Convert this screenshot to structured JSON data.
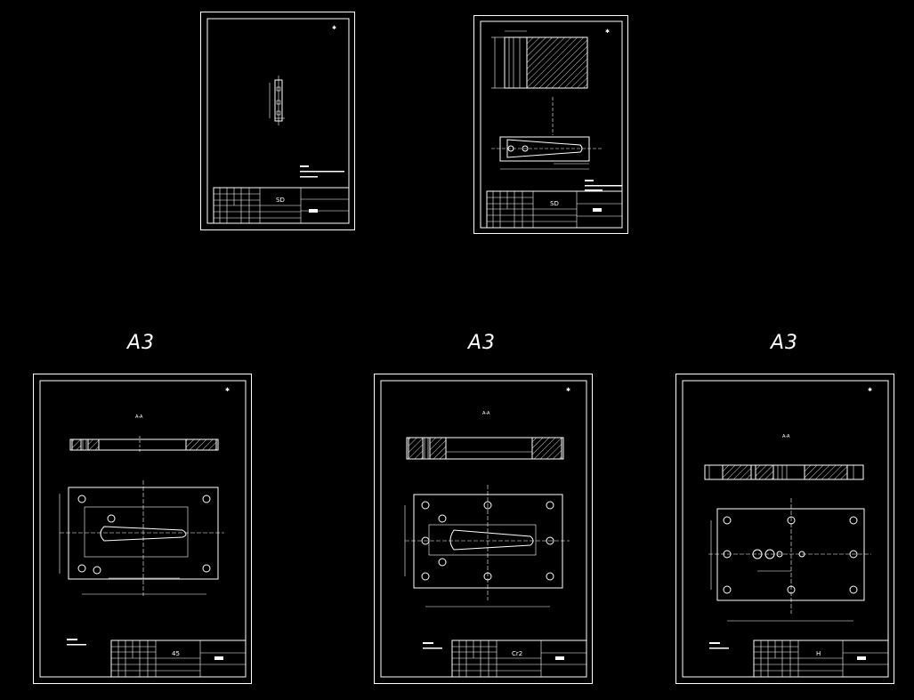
{
  "canvas": {
    "background": "#000000",
    "stroke": "#ffffff"
  },
  "sheets": [
    {
      "id": "s1",
      "size_label": "",
      "title_block": {
        "drawing_no": "SD"
      }
    },
    {
      "id": "s2",
      "size_label": "",
      "title_block": {
        "drawing_no": "SD"
      }
    },
    {
      "id": "s3",
      "size_label": "A3",
      "title_block": {
        "drawing_no": "45"
      }
    },
    {
      "id": "s4",
      "size_label": "A3",
      "title_block": {
        "drawing_no": "Cr2"
      }
    },
    {
      "id": "s5",
      "size_label": "A3",
      "title_block": {
        "drawing_no": "H"
      }
    }
  ]
}
